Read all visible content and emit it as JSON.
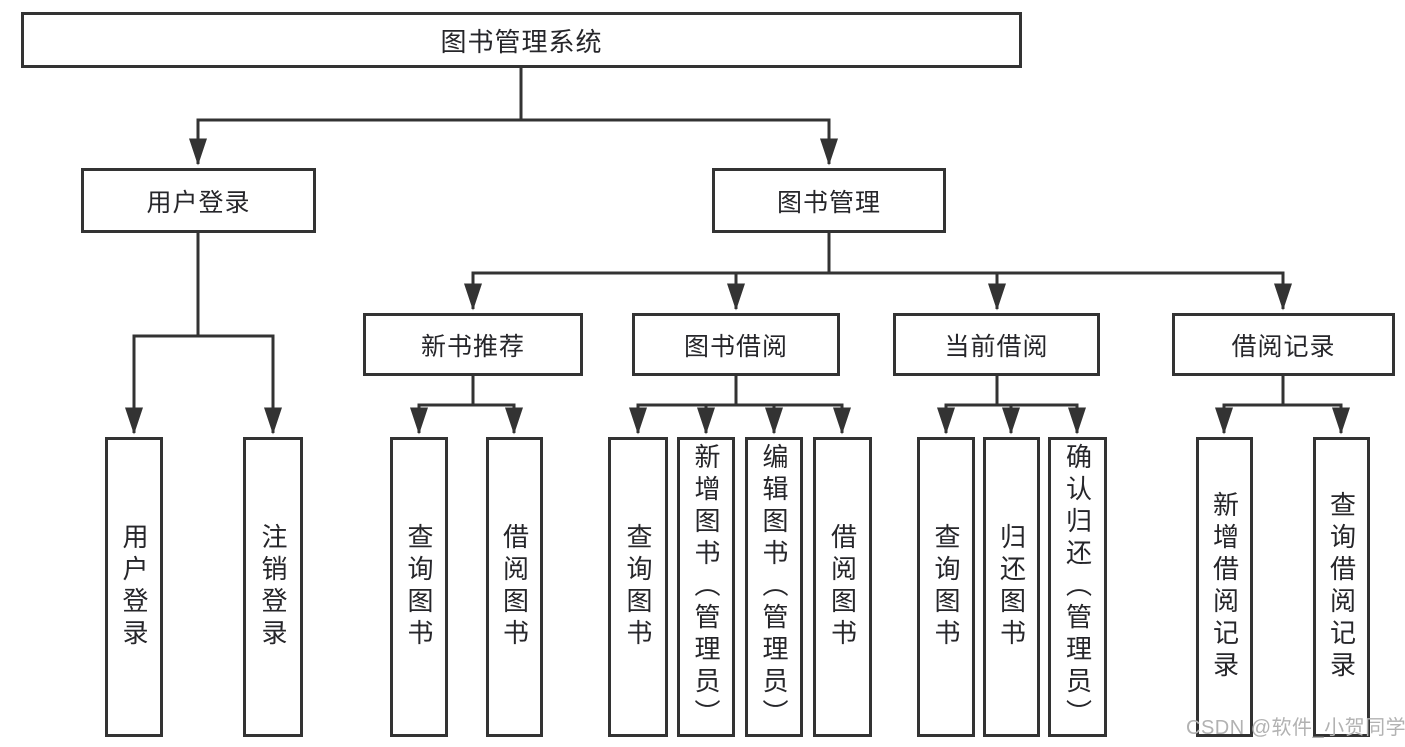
{
  "diagram": {
    "type": "hierarchy-tree",
    "tree": {
      "root": {
        "label": "图书管理系统"
      },
      "branches": [
        {
          "label": "用户登录",
          "children": [
            {
              "label": "用户登录"
            },
            {
              "label": "注销登录"
            }
          ]
        },
        {
          "label": "图书管理",
          "sections": [
            {
              "label": "新书推荐",
              "children": [
                {
                  "label": "查询图书"
                },
                {
                  "label": "借阅图书"
                }
              ]
            },
            {
              "label": "图书借阅",
              "children": [
                {
                  "label": "查询图书"
                },
                {
                  "label": "新增图书（管理员）"
                },
                {
                  "label": "编辑图书（管理员）"
                },
                {
                  "label": "借阅图书"
                }
              ]
            },
            {
              "label": "当前借阅",
              "children": [
                {
                  "label": "查询图书"
                },
                {
                  "label": "归还图书"
                },
                {
                  "label": "确认归还（管理员）"
                }
              ]
            },
            {
              "label": "借阅记录",
              "children": [
                {
                  "label": "新增借阅记录"
                },
                {
                  "label": "查询借阅记录"
                }
              ]
            }
          ]
        }
      ]
    },
    "colors": {
      "line": "#333333",
      "box_border": "#333333",
      "text": "#26262a",
      "background": "#ffffff",
      "watermark": "#b2b2b2"
    }
  },
  "watermark": {
    "text": "CSDN @软件_小贺同学"
  }
}
